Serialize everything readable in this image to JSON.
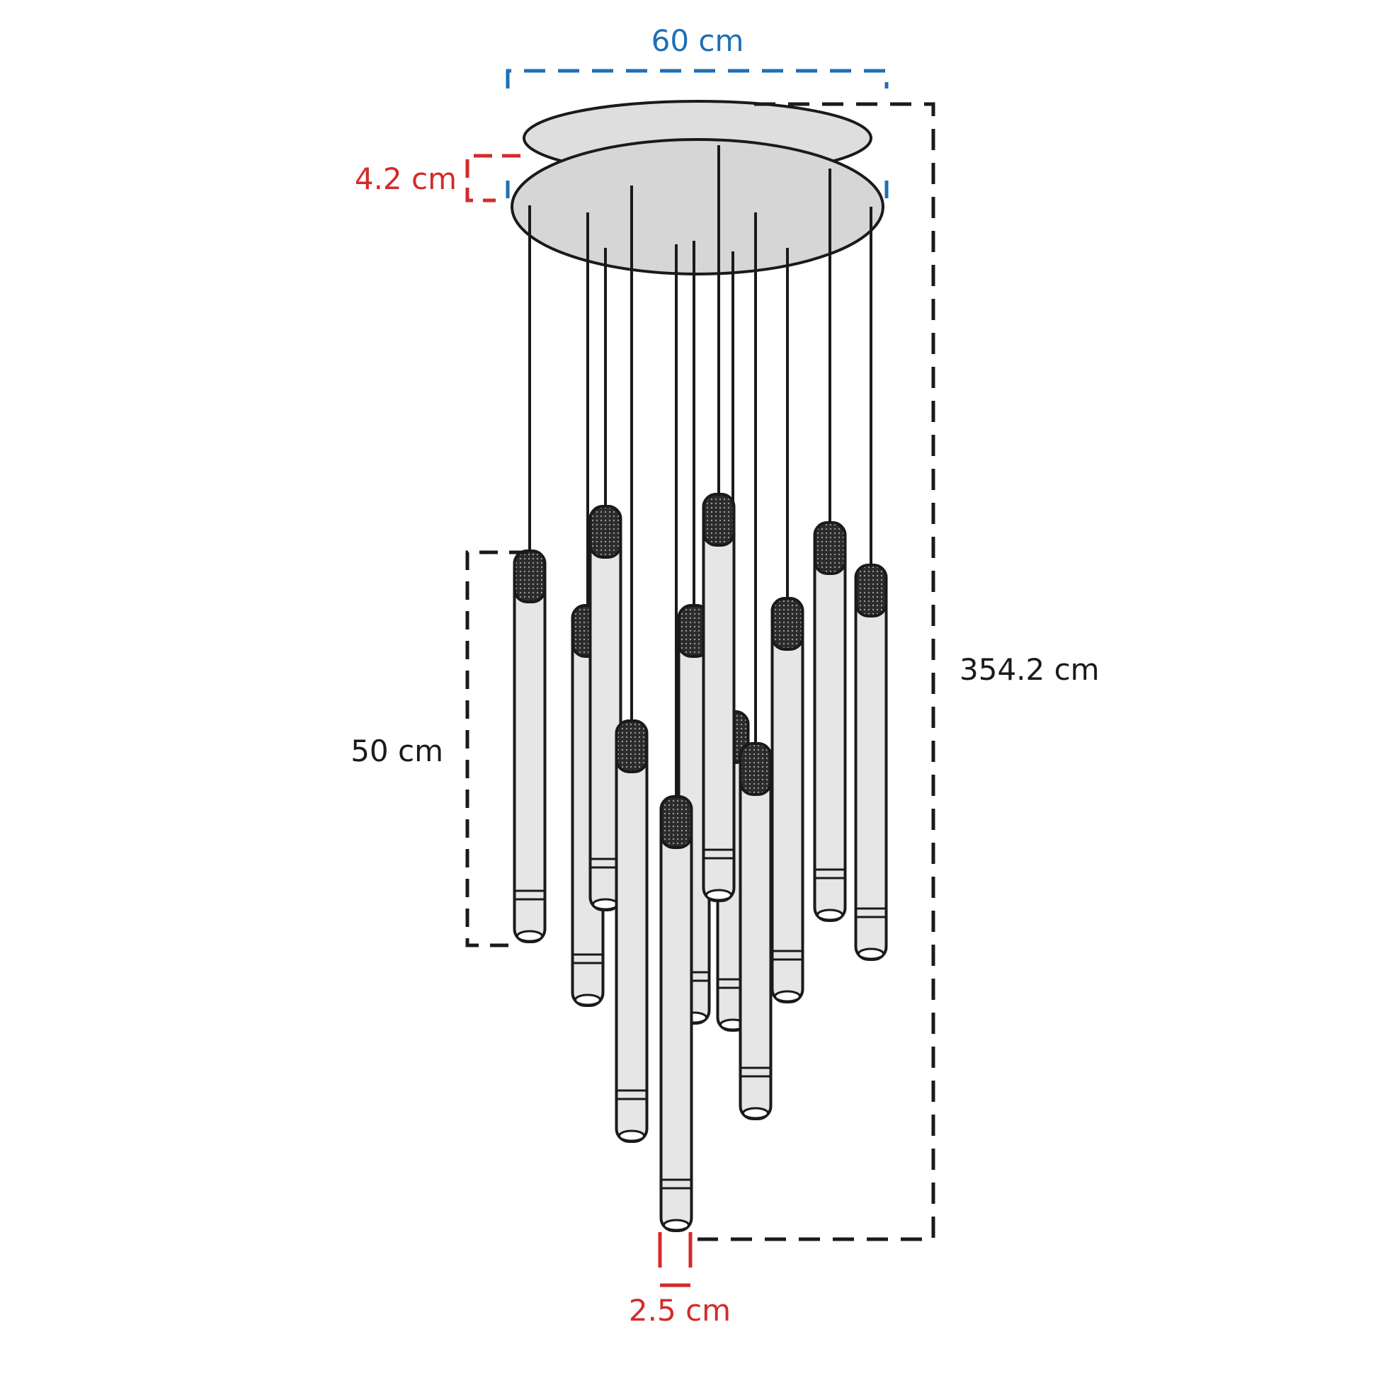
{
  "dimensions": {
    "canopy_diameter": "60 cm",
    "canopy_height": "4.2 cm",
    "total_height": "354.2 cm",
    "pendant_length": "50 cm",
    "pendant_diameter": "2.5 cm"
  },
  "colors": {
    "canopy_diameter": "#1f6fb5",
    "canopy_height": "#d42a2a",
    "pendant_diameter": "#d42a2a",
    "total_height": "#1a1a1a",
    "pendant_length": "#1a1a1a"
  }
}
